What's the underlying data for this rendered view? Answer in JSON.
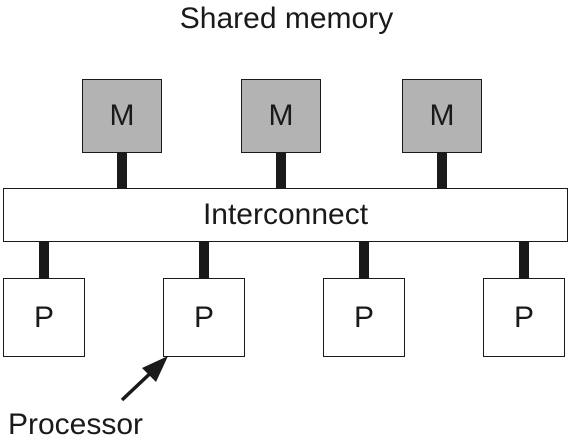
{
  "diagram": {
    "title": "Shared memory",
    "memory_modules": [
      {
        "label": "M"
      },
      {
        "label": "M"
      },
      {
        "label": "M"
      }
    ],
    "interconnect": {
      "label": "Interconnect"
    },
    "processors": [
      {
        "label": "P"
      },
      {
        "label": "P"
      },
      {
        "label": "P"
      },
      {
        "label": "P"
      }
    ],
    "callout": {
      "label": "Processor"
    },
    "colors": {
      "memory_fill": "#b3b3b3",
      "processor_fill": "#ffffff",
      "line": "#1a1a1a"
    }
  }
}
